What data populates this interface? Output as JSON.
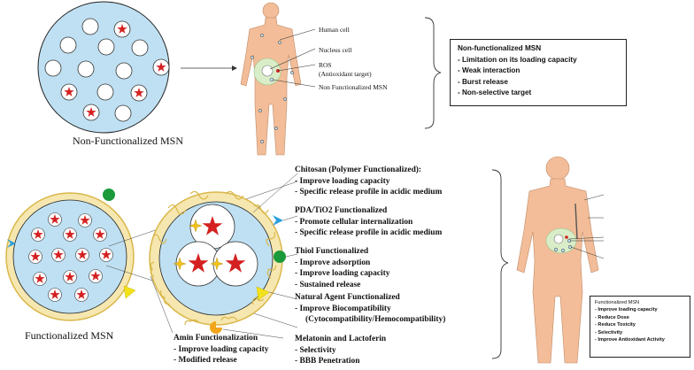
{
  "top_left_caption": "Non-Functionalized MSN",
  "body_labels": {
    "human_cell": "Human cell",
    "nucleus_cell": "Nucleus cell",
    "ros_line1": "ROS",
    "ros_line2": "(Antioxidant target)",
    "non_func_msn": "Non Functionalized MSN"
  },
  "non_functionalized_box": {
    "title": "Non-functionalized MSN",
    "items": [
      "- Limitation on its loading capacity",
      "- Weak interaction",
      "- Burst release",
      "- Non-selective target"
    ]
  },
  "bottom_left_caption": "Functionalized MSN",
  "functionalizations": [
    {
      "title": "Chitosan (Polymer Functionalized):",
      "items": [
        "- Improve loading capacity",
        "- Specific release profile in acidic medium"
      ]
    },
    {
      "title": "PDA/TiO2 Functionalized",
      "items": [
        "- Promote cellular internalization",
        "- Specific release profile in acidic medium"
      ]
    },
    {
      "title": "Thiol Functionalized",
      "items": [
        "- Improve adsorption",
        "- Improve loading capacity",
        "- Sustained release"
      ]
    },
    {
      "title": "Natural Agent Functionalized",
      "items": [
        "- Improve Biocompatibility",
        "(Cytocompatibility/Hemocompatibility)"
      ]
    },
    {
      "title": "Melatonin and Lactoferin",
      "items": [
        "- Selectivity",
        "- BBB Penetration"
      ]
    },
    {
      "title": "Amin Functionalization",
      "items": [
        "- Improve loading capacity",
        "- Modified release"
      ]
    }
  ],
  "functionalized_box": {
    "title": "Functionalized MSN",
    "items": [
      "- Improve loading capacity",
      "- Reduce Dose",
      "- Reduce Toxicity",
      "- Selectivity",
      "- Improve  Antioxidant Activity"
    ]
  },
  "colors": {
    "particle_fill": "#bfe0f2",
    "shell_fill": "#f6e7b0",
    "shell_stroke": "#d9b74a",
    "star": "#d42020",
    "skin": "#f2bd98",
    "green_dot": "#1a9a3a",
    "blue_chevron": "#2aa0dc",
    "yellow_triangle": "#f2e21a",
    "orange_pacman": "#f2a51a"
  }
}
